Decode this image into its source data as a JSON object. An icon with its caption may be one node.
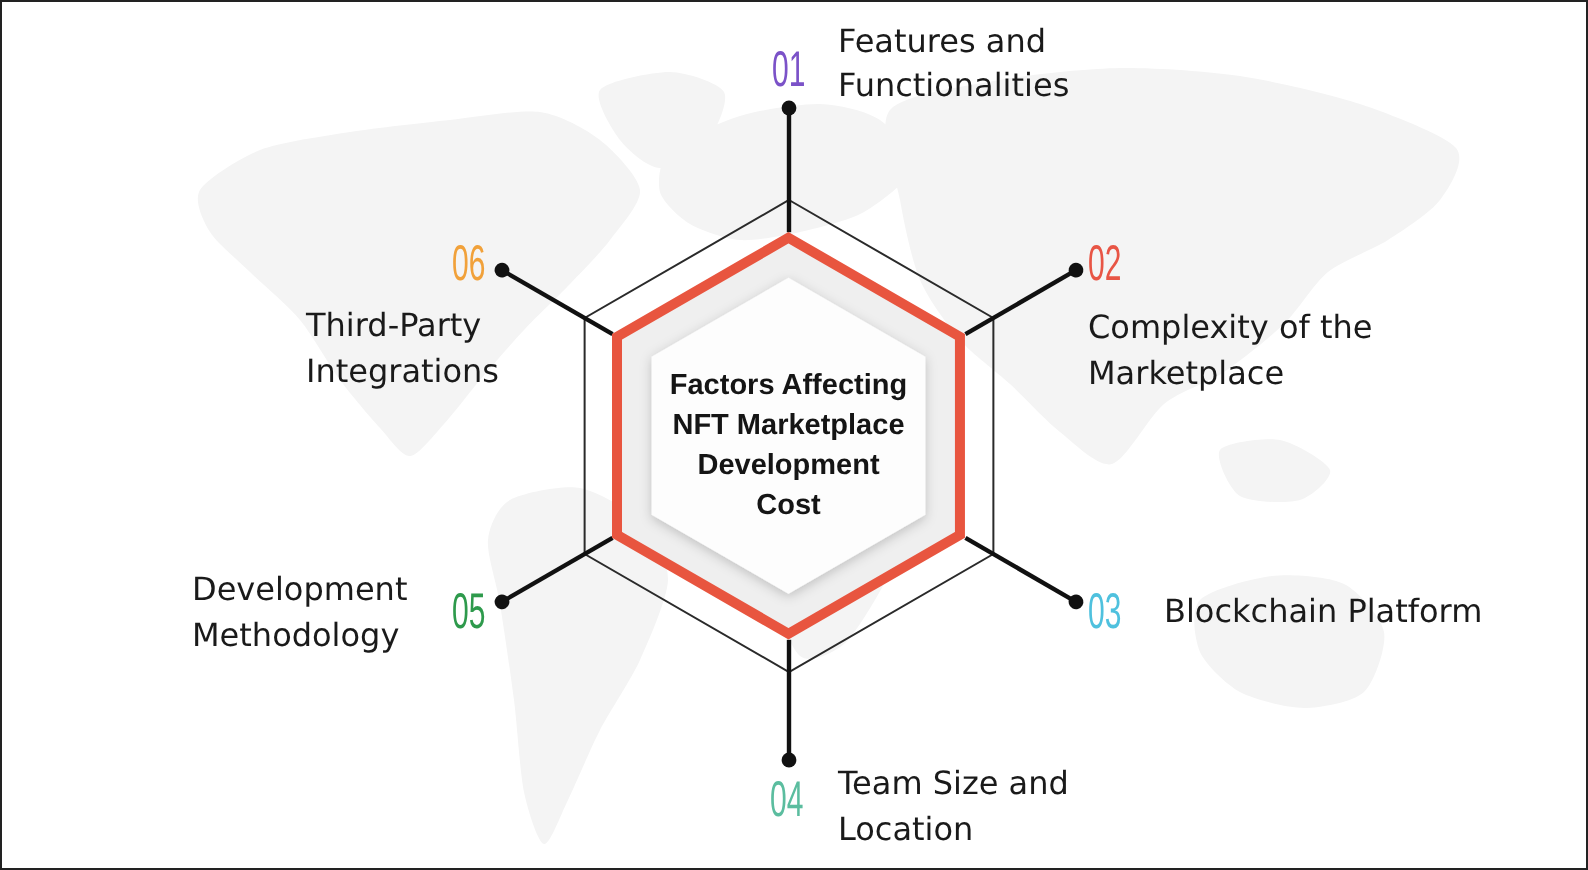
{
  "diagram": {
    "nodes": [
      {
        "text": [
          "Factors Affecting NFT Marketplace Development Cost"
        ]
      },
      {
        "text": [
          "01",
          "Features and Functionalities"
        ]
      },
      {
        "text": [
          "02",
          "Complexity of the Marketplace"
        ]
      },
      {
        "text": [
          "03",
          "Blockchain Platform"
        ]
      },
      {
        "text": [
          "04",
          "Team Size and Location"
        ]
      },
      {
        "text": [
          "Development Methodology",
          "05"
        ]
      },
      {
        "text": [
          "06",
          "Third-Party Integrations"
        ]
      }
    ],
    "edges": [
      {
        "from": 0,
        "to": 1,
        "arrow": "other"
      },
      {
        "from": 0,
        "to": 2,
        "arrow": "other"
      },
      {
        "from": 0,
        "to": 3,
        "arrow": "other"
      },
      {
        "from": 0,
        "to": 4,
        "arrow": "other"
      },
      {
        "from": 0,
        "to": 5,
        "arrow": "other"
      },
      {
        "from": 0,
        "to": 6,
        "arrow": "other"
      }
    ]
  }
}
